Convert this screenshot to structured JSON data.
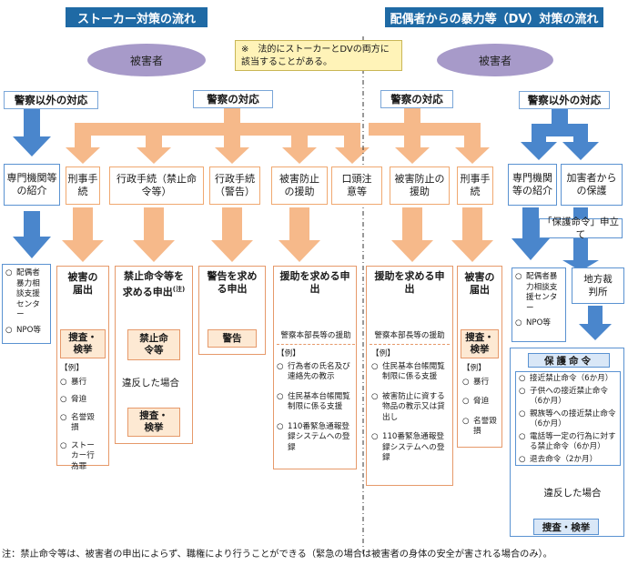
{
  "stalker": {
    "banner": "ストーカー対策の流れ",
    "victim": "被害者",
    "non_police": "警察以外の対応",
    "police": "警察の対応",
    "referral": "専門機関等の紹介",
    "boxes": [
      "刑事手続",
      "行政手続（禁止命令等）",
      "行政手続（警告）",
      "被害防止の援助"
    ],
    "support_centers": [
      "配偶者暴力相談支援センター",
      "NPO等"
    ],
    "col1": {
      "title": "被害の届出",
      "inner": "捜査・検挙",
      "ex_label": "【例】",
      "examples": [
        "暴行",
        "脅迫",
        "名誉毀損",
        "ストーカー行為罪"
      ]
    },
    "col2": {
      "title": "禁止命令等を求める申出",
      "note": "(注)",
      "inner1": "禁止命令等",
      "violation": "違反した場合",
      "inner2": "捜査・検挙"
    },
    "col3": {
      "title": "警告を求める申出",
      "inner": "警告"
    },
    "col4": {
      "title": "援助を求める申出",
      "sub": "警察本部長等の援助",
      "ex_label": "【例】",
      "examples": [
        "行為者の氏名及び連絡先の教示",
        "住民基本台帳閲覧制限に係る支援",
        "110番緊急通報登録システムへの登録"
      ]
    }
  },
  "shared": {
    "note": "※　法的にストーカーとDVの両方に該当することがある。",
    "oral": "口頭注意等"
  },
  "dv": {
    "banner": "配偶者からの暴力等（DV）対策の流れ",
    "victim": "被害者",
    "police": "警察の対応",
    "non_police": "警察以外の対応",
    "boxes": [
      "被害防止の援助",
      "刑事手続"
    ],
    "referral": "専門機関等の紹介",
    "protect": "加害者からの保護",
    "petition": "「保護命令」申立て",
    "support_centers": [
      "配偶者暴力相談支援センター",
      "NPO等"
    ],
    "court": "地方裁判所",
    "col1": {
      "title": "援助を求める申出",
      "sub": "警察本部長等の援助",
      "ex_label": "【例】",
      "examples": [
        "住民基本台帳閲覧制限に係る支援",
        "被害防止に資する物品の教示又は貸出し",
        "110番緊急通報登録システムへの登録"
      ]
    },
    "col2": {
      "title": "被害の届出",
      "inner": "捜査・検挙",
      "ex_label": "【例】",
      "examples": [
        "暴行",
        "脅迫",
        "名誉毀損"
      ]
    },
    "protection": {
      "title": "保護命令",
      "orders": [
        "接近禁止命令（6か月）",
        "子供への接近禁止命令（6か月）",
        "親族等への接近禁止命令（6か月）",
        "電話等一定の行為に対する禁止命令（6か月）",
        "退去命令（2か月）"
      ],
      "violation": "違反した場合",
      "result": "捜査・検挙"
    }
  },
  "footnote": "注：禁止命令等は、被害者の申出によらず、職権により行うことができる（緊急の場合は被害者の身体の安全が害される場合のみ）。",
  "colors": {
    "banner": "#1f6aa5",
    "victim": "#a79ac9",
    "orange_arrow": "#f6b98a",
    "blue_arrow": "#4a86cc",
    "note": "#fff3b8"
  }
}
